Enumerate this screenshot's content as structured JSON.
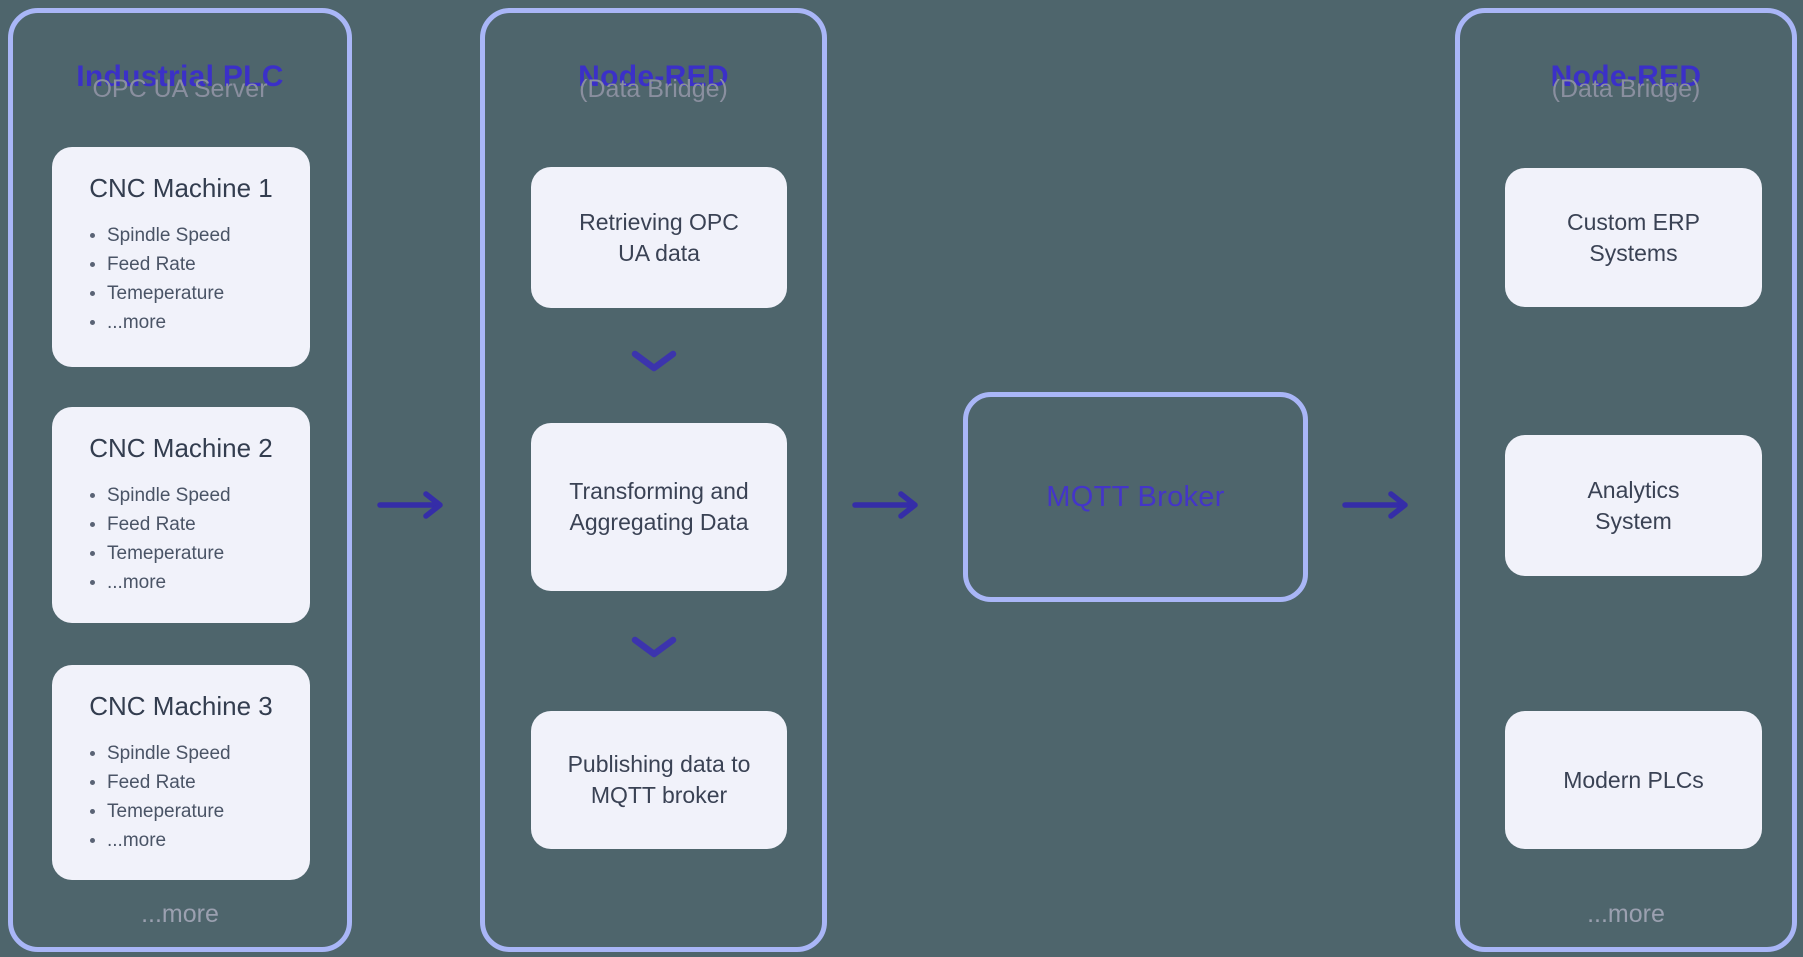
{
  "colors": {
    "background": "#4E656C",
    "panel_border": "#A9B6F7",
    "card_background": "#F1F2FA",
    "title_accent": "#3B30C8",
    "subtitle_gray": "#8A8F9F",
    "card_text": "#3A4254",
    "arrow_indigo": "#352DA8",
    "mqtt_text": "#4435C8",
    "footer_gray": "#9BA0B0"
  },
  "industrial_plc": {
    "title": "Industrial PLC",
    "subtitle": "OPC UA Server",
    "machines": [
      {
        "title": "CNC Machine 1",
        "bullets": [
          "Spindle Speed",
          "Feed Rate",
          "Temeperature",
          "...more"
        ]
      },
      {
        "title": "CNC Machine 2",
        "bullets": [
          "Spindle Speed",
          "Feed Rate",
          "Temeperature",
          "...more"
        ]
      },
      {
        "title": "CNC Machine 3",
        "bullets": [
          "Spindle Speed",
          "Feed Rate",
          "Temeperature",
          "...more"
        ]
      }
    ],
    "footer": "...more"
  },
  "node_red_bridge": {
    "title": "Node-RED",
    "subtitle": "(Data Bridge)",
    "steps": [
      "Retrieving OPC UA data",
      "Transforming and Aggregating Data",
      "Publishing data to MQTT broker"
    ]
  },
  "mqtt": {
    "label": "MQTT Broker"
  },
  "node_red_out": {
    "title": "Node-RED",
    "subtitle": "(Data Bridge)",
    "systems": [
      "Custom ERP Systems",
      "Analytics System",
      "Modern PLCs"
    ],
    "footer": "...more"
  }
}
